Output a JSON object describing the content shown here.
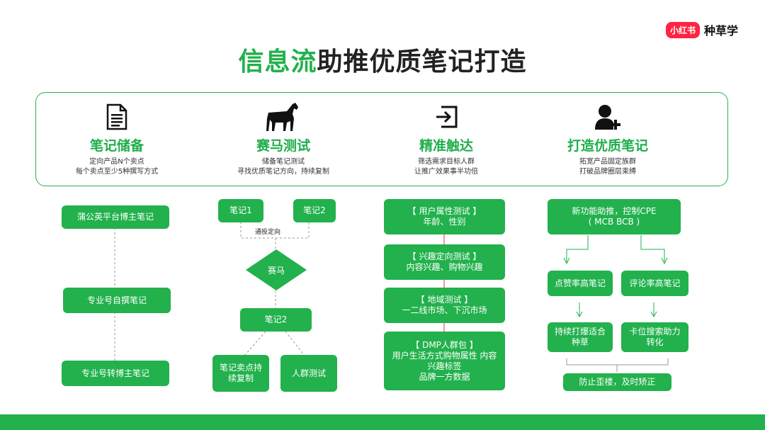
{
  "logo": {
    "badge": "小红书",
    "text": "种草学"
  },
  "title": {
    "highlight": "信息流",
    "rest": "助推优质笔记打造"
  },
  "features": [
    {
      "icon": "document-icon",
      "heading": "笔记储备",
      "line1": "定向产品N个卖点",
      "line2": "每个卖点至少5种撰写方式"
    },
    {
      "icon": "horse-icon",
      "heading": "赛马测试",
      "line1": "储备笔记测试",
      "line2": "寻找优质笔记方向，持续复制"
    },
    {
      "icon": "login-arrow-icon",
      "heading": "精准触达",
      "line1": "筛选需求目标人群",
      "line2": "让推广效果事半功倍"
    },
    {
      "icon": "add-user-icon",
      "heading": "打造优质笔记",
      "line1": "拓宽产品固定族群",
      "line2": "打破品牌圈层束缚"
    }
  ],
  "col1": {
    "box1": "蒲公英平台博主笔记",
    "box2": "专业号自撰笔记",
    "box3": "专业号转博主笔记"
  },
  "col2": {
    "note1": "笔记1",
    "note2": "笔记2",
    "label": "通投定向",
    "race": "赛马",
    "note3": "笔记2",
    "leaf1": "笔记卖点持续复制",
    "leaf2": "人群测试"
  },
  "col3": [
    {
      "line1": "【 用户属性测试 】",
      "line2": "年龄、性别"
    },
    {
      "line1": "【 兴趣定向测试 】",
      "line2": "内容兴趣、购物兴趣"
    },
    {
      "line1": "【 地域测试 】",
      "line2": "一二线市场、下沉市场"
    },
    {
      "line1": "【 DMP人群包 】",
      "line2": "用户生活方式购物属性 内容兴趣标签",
      "line3": "品牌一方数据"
    }
  ],
  "col4": {
    "top1": "新功能助推，控制CPE",
    "top2": "( MCB BCB )",
    "left1": "点赞率高笔记",
    "right1": "评论率高笔记",
    "left2": "持续打爆适合种草",
    "right2": "卡位搜索助力转化",
    "bottom": "防止歪楼，及时矫正"
  },
  "colors": {
    "green": "#22b14c",
    "red": "#ff2442"
  }
}
